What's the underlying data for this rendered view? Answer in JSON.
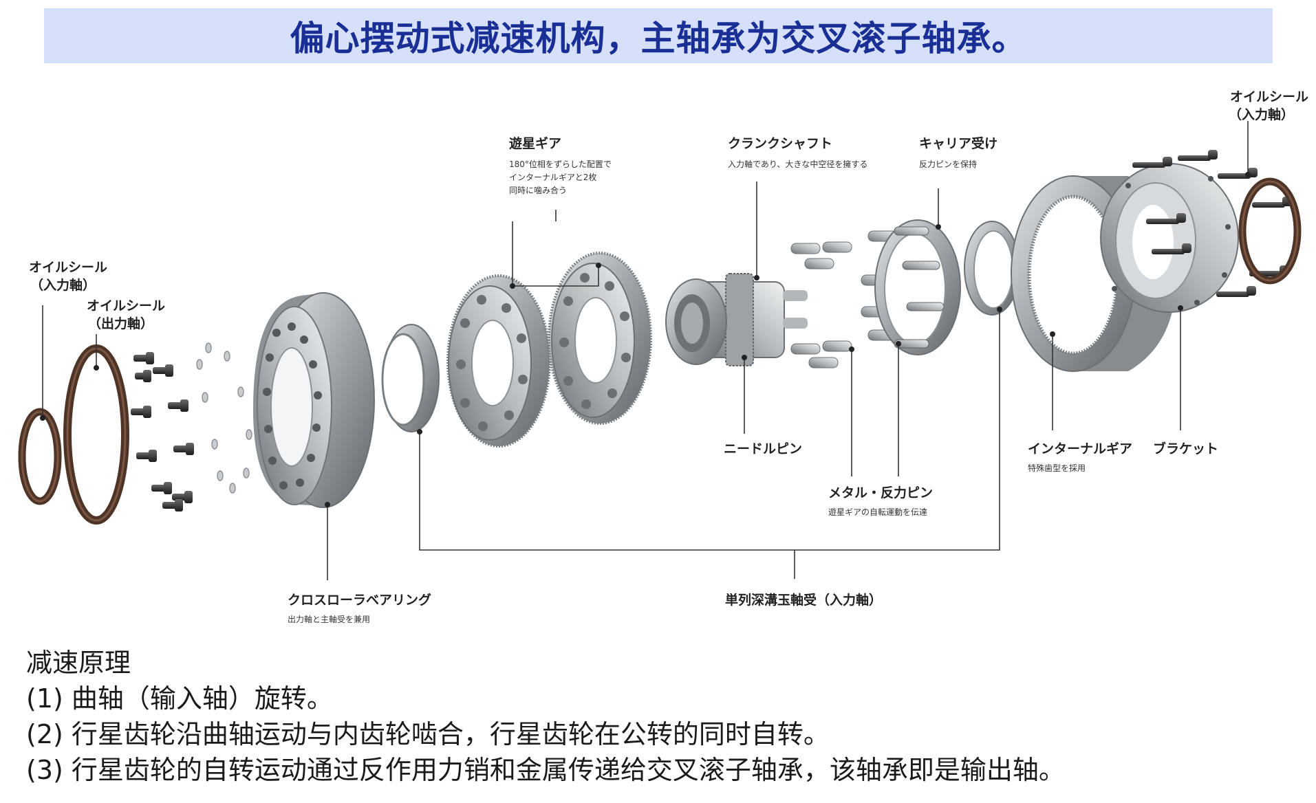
{
  "header": {
    "title": "偏心摆动式减速机构，主轴承为交叉滚子轴承。"
  },
  "components": {
    "oil_seal_in_left": {
      "name": "オイルシール",
      "sub": "（入力軸）"
    },
    "oil_seal_out": {
      "name": "オイルシール",
      "sub": "（出力軸）"
    },
    "planet_gear": {
      "name": "遊星ギア",
      "desc": [
        "180°位相をずらした配置で",
        "インターナルギアと2枚",
        "同時に噛み合う"
      ]
    },
    "crankshaft": {
      "name": "クランクシャフト",
      "desc": "入力軸であり、大きな中空径を擁する"
    },
    "carrier": {
      "name": "キャリア受け",
      "desc": "反力ピンを保持"
    },
    "oil_seal_in_right": {
      "name": "オイルシール",
      "sub": "（入力軸）"
    },
    "needle_pin": {
      "name": "ニードルピン"
    },
    "internal_gear": {
      "name": "インターナルギア",
      "desc": "特殊歯型を採用"
    },
    "bracket": {
      "name": "ブラケット"
    },
    "metal_pin": {
      "name": "メタル・反力ピン",
      "desc": "遊星ギアの自転運動を伝達"
    },
    "cross_roller": {
      "name": "クロスローラベアリング",
      "desc": "出力軸と主軸受を兼用"
    },
    "ball_bearing": {
      "name": "単列深溝玉軸受（入力軸）"
    }
  },
  "notes": {
    "heading": "减速原理",
    "lines": [
      "(1) 曲轴（输入轴）旋转。",
      "(2) 行星齿轮沿曲轴运动与内齿轮啮合，行星齿轮在公转的同时自转。",
      "(3) 行星齿轮的自转运动通过反作用力销和金属传递给交叉滚子轴承，该轴承即是输出轴。"
    ]
  },
  "colors": {
    "banner_bg": "#d6e0fb",
    "title": "#1a2f96",
    "seal": "#5a3a2a",
    "metal": "#a9aeb2"
  }
}
